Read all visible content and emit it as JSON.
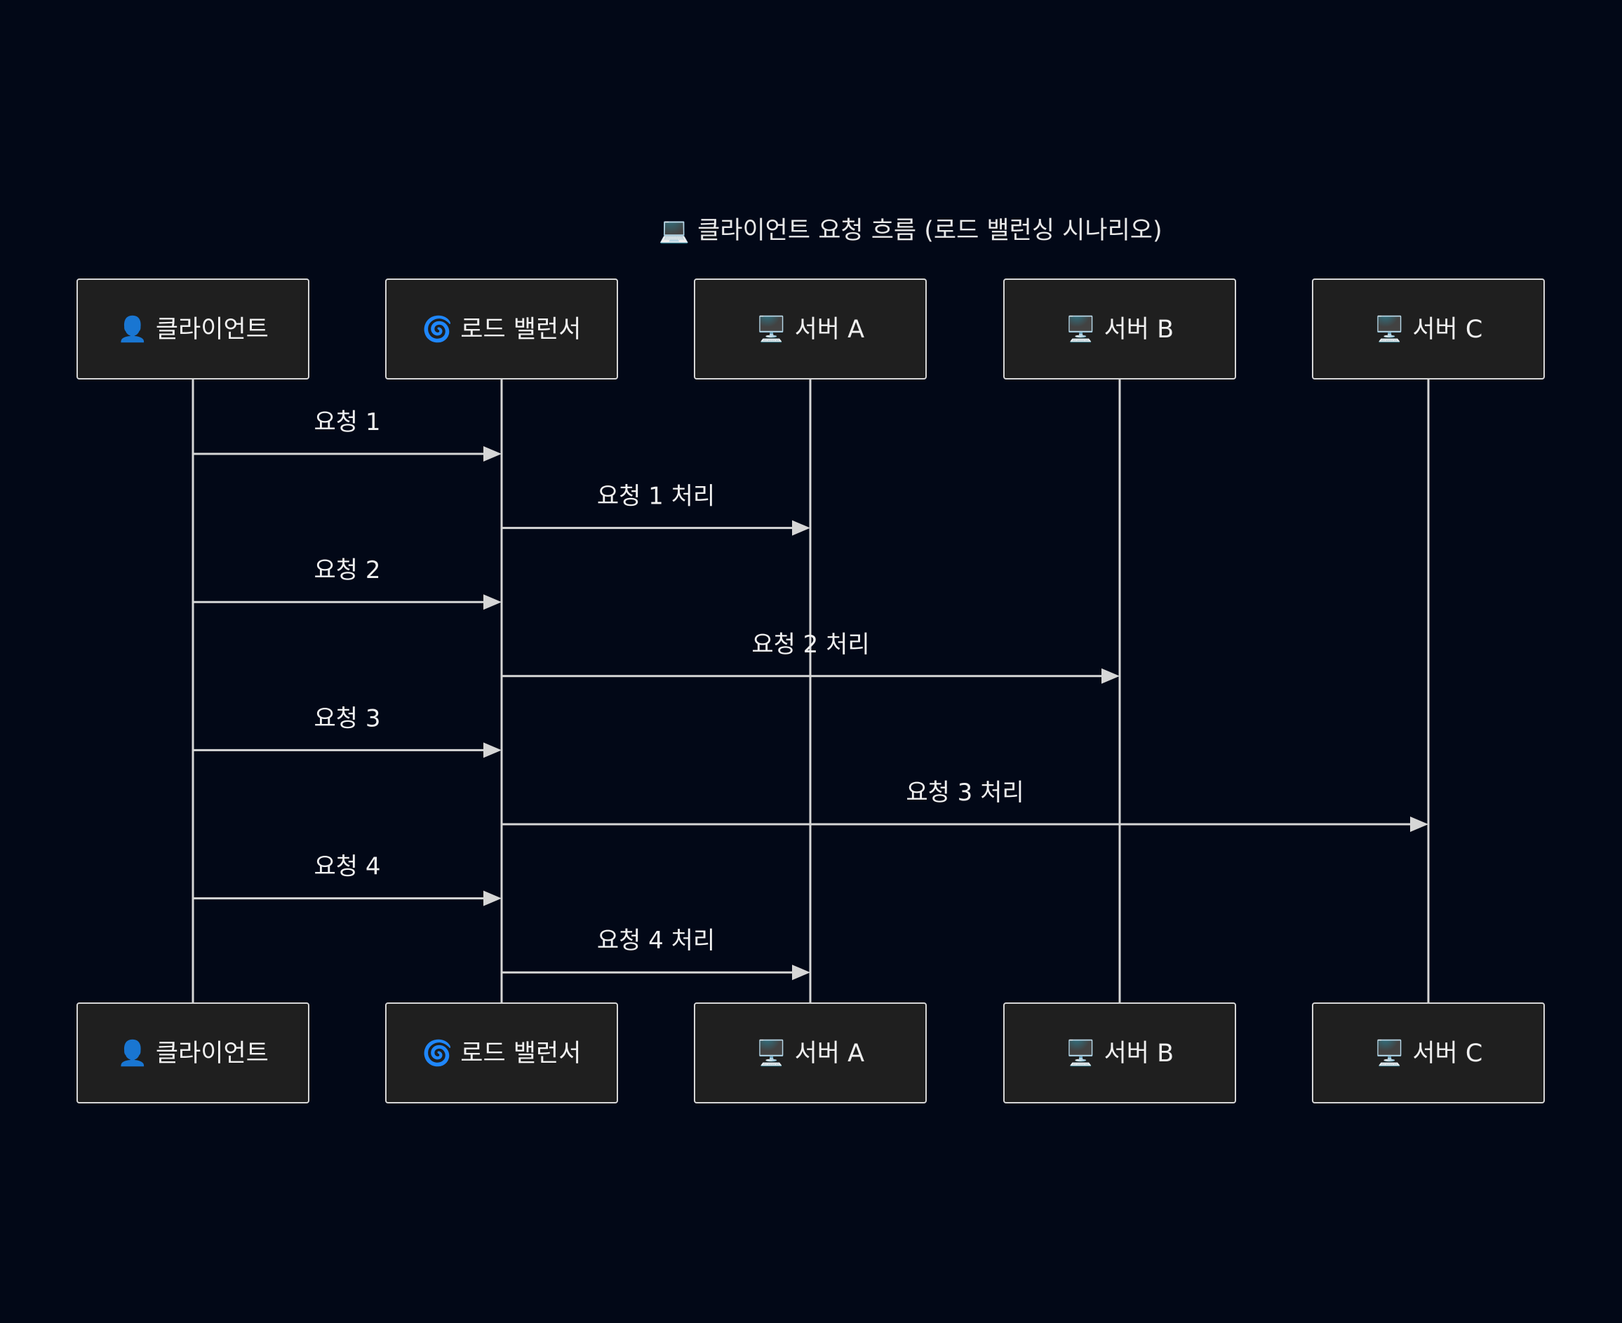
{
  "title": "💻 클라이언트 요청 흐름 (로드 밸런싱 시나리오)",
  "colors": {
    "background": "#020817",
    "actor_fill": "#1f1f1f",
    "line": "#d6d6d6",
    "text": "#f0f0f0"
  },
  "actors": [
    {
      "id": "client",
      "label": "👤 클라이언트"
    },
    {
      "id": "lb",
      "label": "🌀 로드 밸런서"
    },
    {
      "id": "serverA",
      "label": "🖥️ 서버 A"
    },
    {
      "id": "serverB",
      "label": "🖥️ 서버 B"
    },
    {
      "id": "serverC",
      "label": "🖥️ 서버 C"
    }
  ],
  "messages": [
    {
      "from": "client",
      "to": "lb",
      "label": "요청 1"
    },
    {
      "from": "lb",
      "to": "serverA",
      "label": "요청 1 처리"
    },
    {
      "from": "client",
      "to": "lb",
      "label": "요청 2"
    },
    {
      "from": "lb",
      "to": "serverB",
      "label": "요청 2 처리"
    },
    {
      "from": "client",
      "to": "lb",
      "label": "요청 3"
    },
    {
      "from": "lb",
      "to": "serverC",
      "label": "요청 3 처리"
    },
    {
      "from": "client",
      "to": "lb",
      "label": "요청 4"
    },
    {
      "from": "lb",
      "to": "serverA",
      "label": "요청 4 처리"
    }
  ]
}
